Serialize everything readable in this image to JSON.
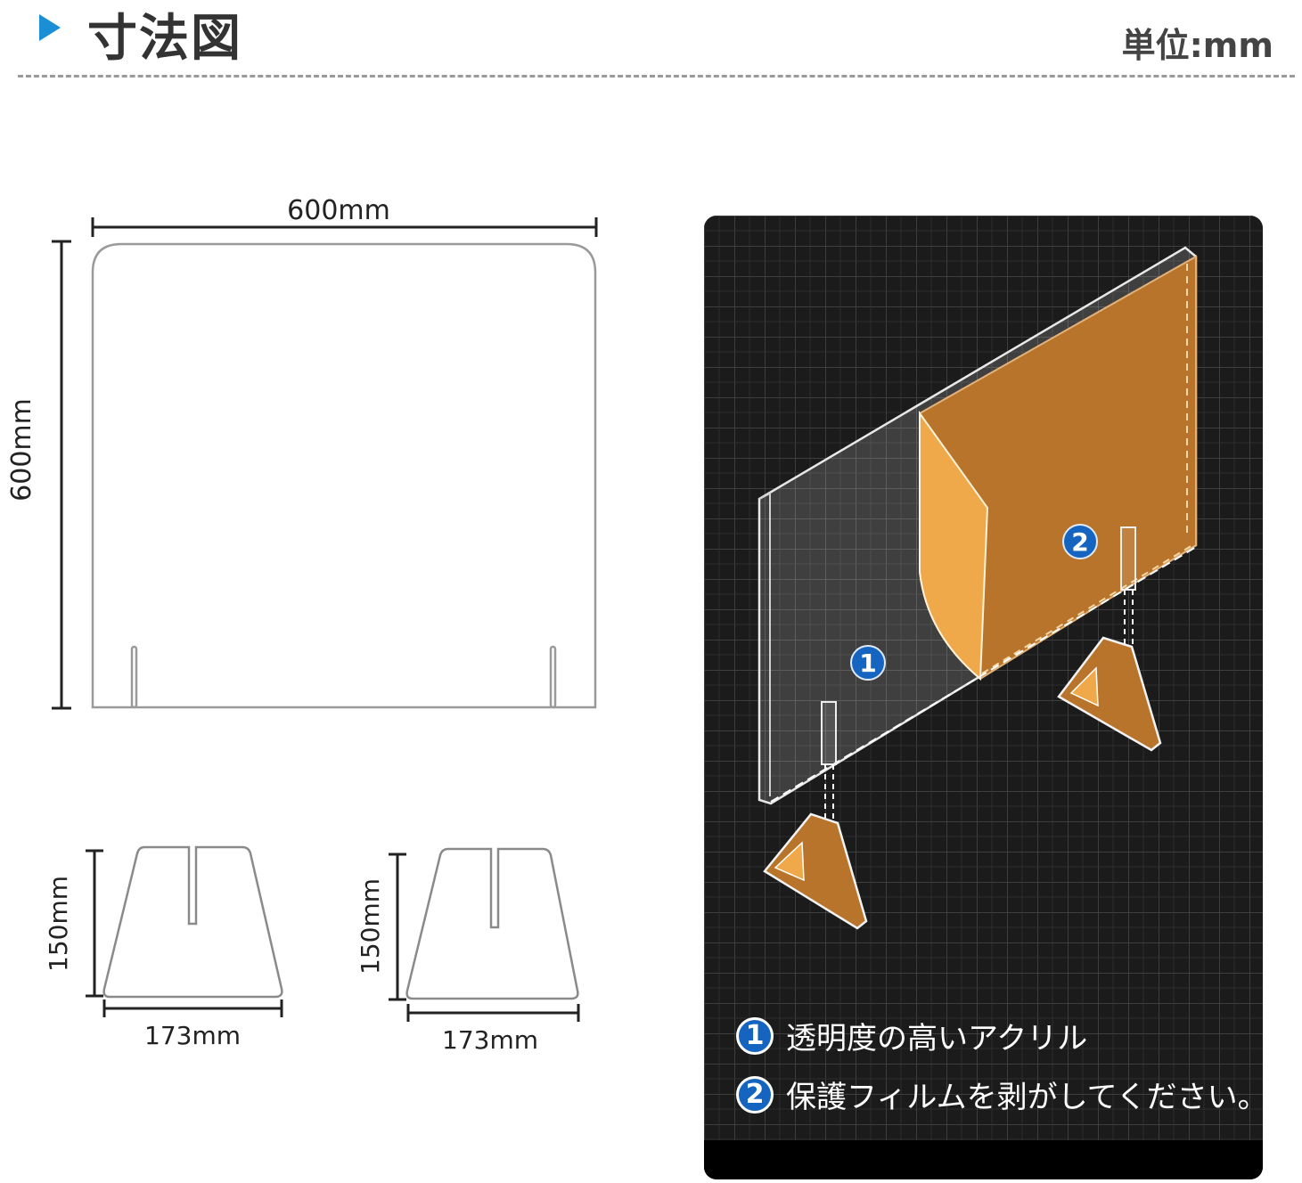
{
  "header": {
    "title": "寸法図",
    "unit": "単位:mm"
  },
  "dimensions": {
    "panel_width": "600mm",
    "panel_height": "600mm",
    "stand_left_height": "150mm",
    "stand_left_width": "173mm",
    "stand_right_height": "150mm",
    "stand_right_width": "173mm"
  },
  "photo": {
    "callout_1": "1",
    "callout_2": "2",
    "features": [
      {
        "num": "1",
        "text": "透明度の高いアクリル"
      },
      {
        "num": "2",
        "text": "保護フィルムを剥がしてください。"
      }
    ]
  },
  "colors": {
    "accent": "#1a8fd6",
    "badge": "#1565c0",
    "film": "#b8742a",
    "panel_bg": "#1b1b1b"
  }
}
